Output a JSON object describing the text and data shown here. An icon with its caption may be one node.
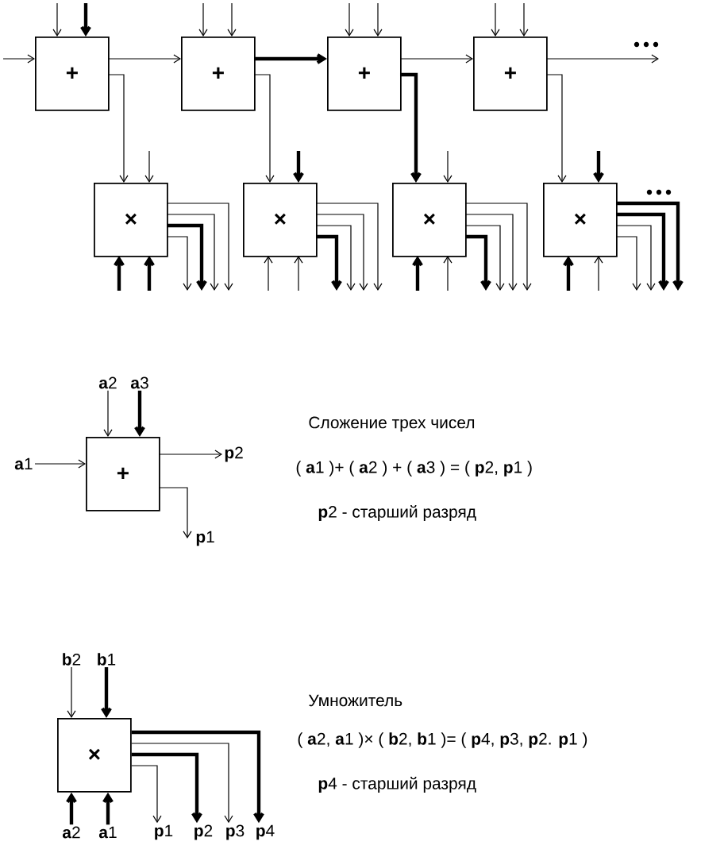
{
  "diagram": {
    "nodes": [
      {
        "text": [
          "+"
        ]
      },
      {
        "text": [
          "+"
        ]
      },
      {
        "text": [
          "+"
        ]
      },
      {
        "text": [
          "+"
        ]
      },
      {
        "text": [
          "×"
        ]
      },
      {
        "text": [
          "×"
        ]
      },
      {
        "text": [
          "×"
        ]
      },
      {
        "text": [
          "×"
        ]
      },
      {
        "text": [
          "**a**2"
        ]
      },
      {
        "text": [
          "**a**3"
        ]
      },
      {
        "text": [
          "**a**1"
        ]
      },
      {
        "text": [
          "+"
        ]
      },
      {
        "text": [
          "**p**2"
        ]
      },
      {
        "text": [
          "**p**1"
        ]
      },
      {
        "text": [
          "**b**2"
        ]
      },
      {
        "text": [
          "**b**1"
        ]
      },
      {
        "text": [
          "×"
        ]
      },
      {
        "text": [
          "**a**2"
        ]
      },
      {
        "text": [
          "**a**1"
        ]
      },
      {
        "text": [
          "**p**1"
        ]
      },
      {
        "text": [
          "**p**2"
        ]
      },
      {
        "text": [
          "**p**3"
        ]
      },
      {
        "text": [
          "**p**4"
        ]
      }
    ],
    "edges": [
      {
        "from": null,
        "to": 0,
        "arrow": "to"
      },
      {
        "from": 0,
        "to": 1,
        "arrow": "to"
      },
      {
        "from": 1,
        "to": 2,
        "arrow": "to",
        "style": "thick"
      },
      {
        "from": 2,
        "to": 3,
        "arrow": "to"
      },
      {
        "from": 3,
        "to": null,
        "arrow": "to"
      },
      {
        "from": 0,
        "to": 4,
        "arrow": "to"
      },
      {
        "from": 1,
        "to": 5,
        "arrow": "to"
      },
      {
        "from": 2,
        "to": 6,
        "arrow": "to",
        "style": "thick"
      },
      {
        "from": 3,
        "to": 7,
        "arrow": "to"
      },
      {
        "from": null,
        "to": 0,
        "arrow": "to"
      },
      {
        "from": null,
        "to": 0,
        "arrow": "to",
        "style": "thick"
      },
      {
        "from": null,
        "to": 1,
        "arrow": "to"
      },
      {
        "from": null,
        "to": 1,
        "arrow": "to"
      },
      {
        "from": null,
        "to": 2,
        "arrow": "to"
      },
      {
        "from": null,
        "to": 2,
        "arrow": "to"
      },
      {
        "from": null,
        "to": 3,
        "arrow": "to"
      },
      {
        "from": null,
        "to": 3,
        "arrow": "to"
      },
      {
        "from": null,
        "to": 4,
        "arrow": "to"
      },
      {
        "from": null,
        "to": 5,
        "arrow": "to",
        "style": "thick"
      },
      {
        "from": null,
        "to": 6,
        "arrow": "to"
      },
      {
        "from": null,
        "to": 7,
        "arrow": "to",
        "style": "thick"
      },
      {
        "from": null,
        "to": 4,
        "arrow": "to",
        "style": "thick"
      },
      {
        "from": null,
        "to": 4,
        "arrow": "to",
        "style": "thick"
      },
      {
        "from": null,
        "to": 5,
        "arrow": "to"
      },
      {
        "from": null,
        "to": 5,
        "arrow": "to"
      },
      {
        "from": null,
        "to": 6,
        "arrow": "to",
        "style": "thick"
      },
      {
        "from": null,
        "to": 6,
        "arrow": "to"
      },
      {
        "from": null,
        "to": 7,
        "arrow": "to",
        "style": "thick"
      },
      {
        "from": null,
        "to": 7,
        "arrow": "to"
      },
      {
        "from": 4,
        "to": null,
        "arrow": "to"
      },
      {
        "from": 4,
        "to": null,
        "arrow": "to"
      },
      {
        "from": 4,
        "to": null,
        "arrow": "to",
        "style": "thick"
      },
      {
        "from": 4,
        "to": null,
        "arrow": "to"
      },
      {
        "from": 5,
        "to": null,
        "arrow": "to"
      },
      {
        "from": 5,
        "to": null,
        "arrow": "to"
      },
      {
        "from": 5,
        "to": null,
        "arrow": "to"
      },
      {
        "from": 5,
        "to": null,
        "arrow": "to",
        "style": "thick"
      },
      {
        "from": 6,
        "to": null,
        "arrow": "to"
      },
      {
        "from": 6,
        "to": null,
        "arrow": "to"
      },
      {
        "from": 6,
        "to": null,
        "arrow": "to"
      },
      {
        "from": 6,
        "to": null,
        "arrow": "to",
        "style": "thick"
      },
      {
        "from": 7,
        "to": null,
        "arrow": "to",
        "style": "thick"
      },
      {
        "from": 7,
        "to": null,
        "arrow": "to",
        "style": "thick"
      },
      {
        "from": 7,
        "to": null,
        "arrow": "to"
      },
      {
        "from": 7,
        "to": null,
        "arrow": "to"
      },
      {
        "from": 8,
        "to": 11,
        "arrow": "to"
      },
      {
        "from": 9,
        "to": 11,
        "arrow": "to",
        "style": "thick"
      },
      {
        "from": 10,
        "to": 11,
        "arrow": "to"
      },
      {
        "from": 11,
        "to": 12,
        "arrow": "to"
      },
      {
        "from": 11,
        "to": 13,
        "arrow": "to"
      },
      {
        "from": 14,
        "to": 16,
        "arrow": "to"
      },
      {
        "from": 15,
        "to": 16,
        "arrow": "to",
        "style": "thick"
      },
      {
        "from": 17,
        "to": 16,
        "arrow": "to",
        "style": "thick"
      },
      {
        "from": 18,
        "to": 16,
        "arrow": "to",
        "style": "thick"
      },
      {
        "from": 16,
        "to": 19,
        "arrow": "to"
      },
      {
        "from": 16,
        "to": 20,
        "arrow": "to",
        "style": "thick"
      },
      {
        "from": 16,
        "to": 21,
        "arrow": "to"
      },
      {
        "from": 16,
        "to": 22,
        "arrow": "to",
        "style": "thick"
      }
    ],
    "labels": [
      "Сложение трех чисел",
      "( **a**1 )+ ( **a**2 ) + ( **a**3 ) = ( **p**2, **p**1 )",
      "**p**2 - старший разряд",
      "Умножитель",
      "( **a**2, **a**1 )× ( **b**2, **b**1 )= ( **p**4, **p**3, **p**2. **p**1 )",
      "**p**4 - старший разряд"
    ]
  }
}
